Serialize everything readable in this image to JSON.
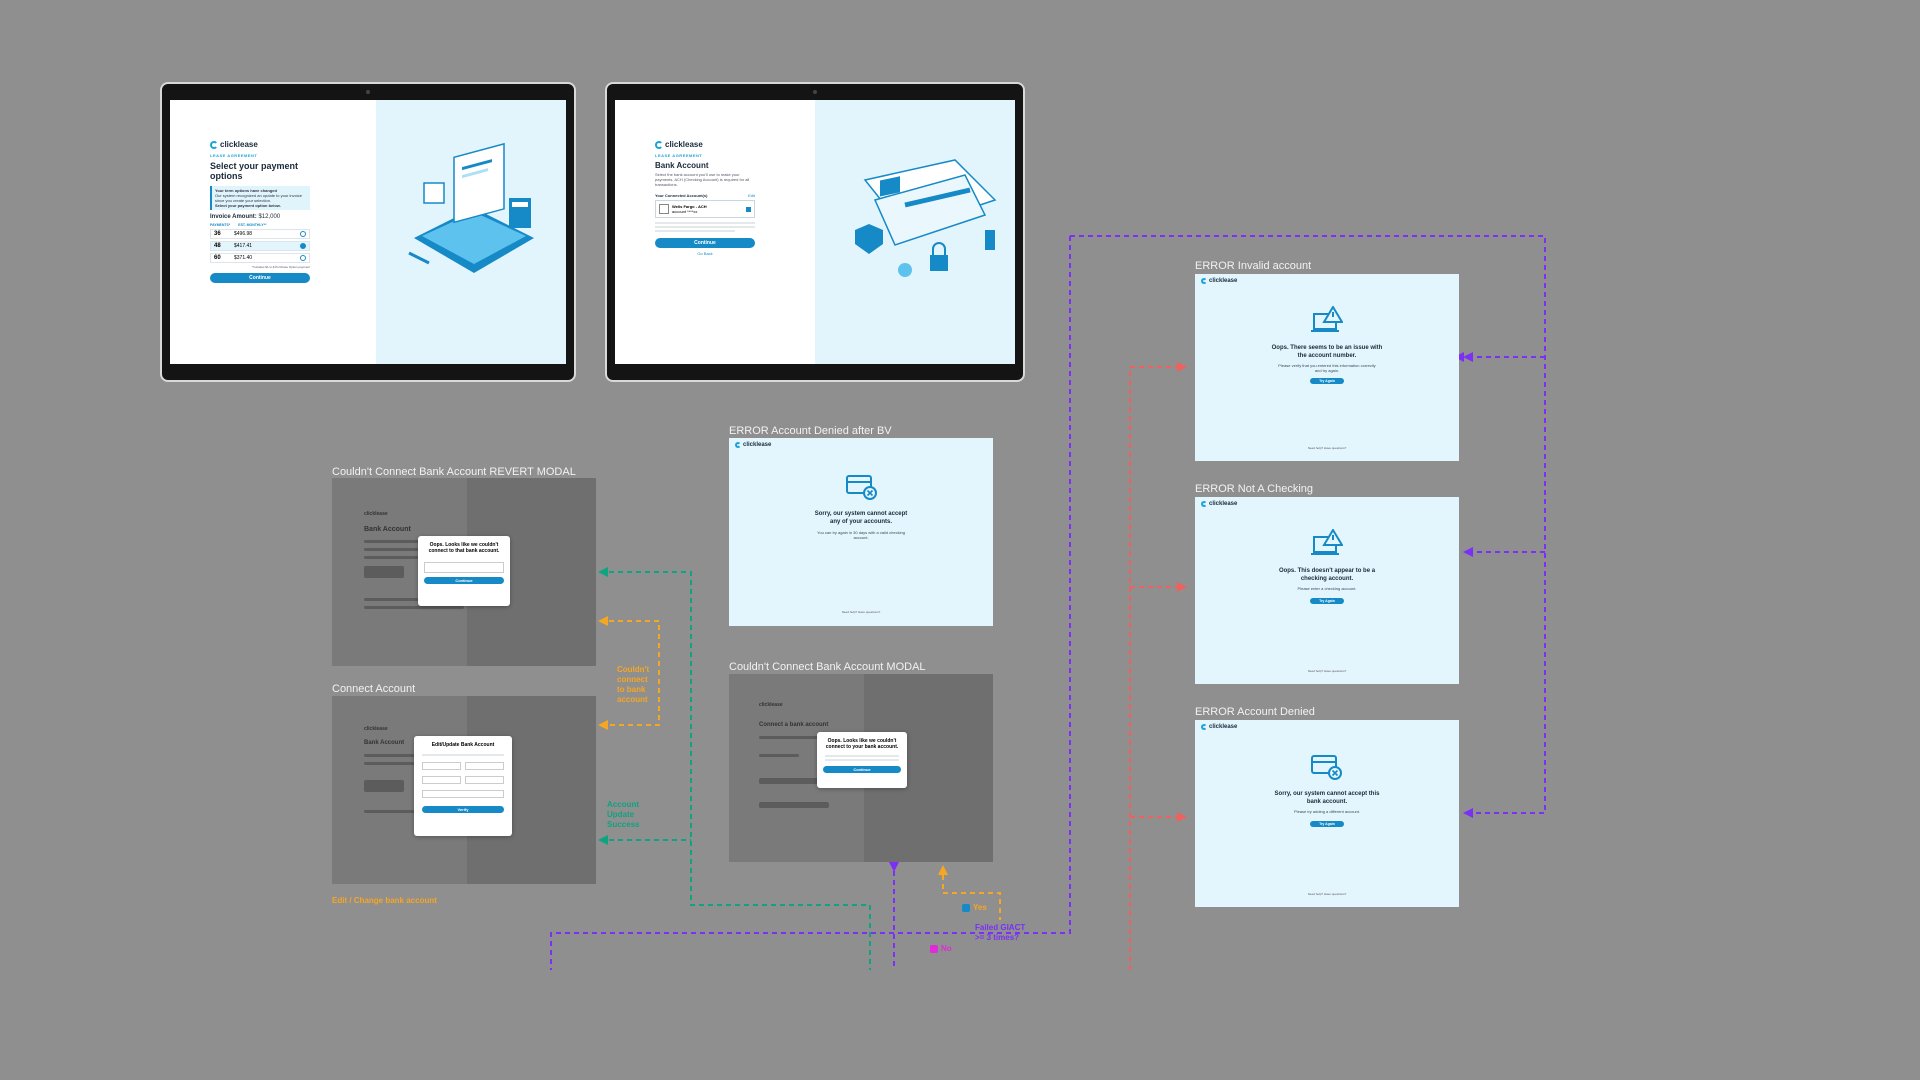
{
  "colors": {
    "canvas": "#8f8f8f",
    "purple": "#7b2ff7",
    "green": "#0fa37f",
    "orange": "#f5a623",
    "red": "#f0605d",
    "blue": "#1689c7",
    "pink": "#e02bd8"
  },
  "frames": {
    "revert_modal": "Couldn't Connect Bank Account REVERT MODAL",
    "connect_account": "Connect Account",
    "denied_after_bv": "ERROR Account Denied after BV",
    "connect_modal": "Couldn't Connect Bank Account MODAL",
    "invalid_account": "ERROR Invalid account",
    "not_checking": "ERROR Not A Checking",
    "account_denied": "ERROR Account Denied"
  },
  "brand": {
    "logo": "clicklease",
    "tag": "LEASE AGREEMENT"
  },
  "payment": {
    "title": "Select your payment options",
    "notice_title": "Your term options have changed",
    "notice_body": "Our system recognized an update to your invoice since you create your selection.",
    "notice_cta": "Select your payment option below.",
    "invoice_label": "Invoice Amount:",
    "invoice_value": "$12,000",
    "col_payments": "PAYMENTS*",
    "col_monthly": "EST. MONTHLY**",
    "rows": [
      {
        "term": "36",
        "amount": "$496.98"
      },
      {
        "term": "48",
        "amount": "$417.41"
      },
      {
        "term": "60",
        "amount": "$371.40"
      }
    ],
    "footnote": "*Includes $1 to $ Purchase Option payment",
    "continue": "Continue"
  },
  "bank": {
    "title": "Bank Account",
    "intro": "Select the bank account you'll use to make your payments. ACH (Checking Account) is required for all transactions.",
    "connected_label": "Your Connected Account(s)",
    "edit": "Edit",
    "account_name": "Wells Fargo - ACH",
    "account_mask": "account ****xx",
    "continue": "Continue",
    "go_back": "Go Back"
  },
  "modals": {
    "revert_title": "Oops. Looks like we couldn't connect to that bank account.",
    "revert_continue": "Continue",
    "edit_title": "Edit/Update Bank Account",
    "verify": "Verify",
    "connect_title": "Oops. Looks like we couldn't connect to your bank account.",
    "connect_continue": "Continue",
    "connect_heading": "Connect a bank account"
  },
  "errors": {
    "denied_bv_title": "Sorry, our system cannot accept any of your accounts.",
    "denied_bv_sub": "You can try again in 30 days with a valid checking account.",
    "invalid_title": "Oops. There seems to be an issue with the account number.",
    "invalid_sub": "Please verify that you entered this information correctly and try again.",
    "not_checking_title": "Oops. This doesn't appear to be a checking account.",
    "not_checking_sub": "Please enter a checking account.",
    "denied_title": "Sorry, our system cannot accept this bank account.",
    "denied_sub": "Please try adding a different account.",
    "try_again": "Try Again",
    "footer": "Need help? Have questions?"
  },
  "notes": {
    "couldnt_connect": "Couldn't connect to bank account",
    "update_success": "Account Update Success",
    "edit_change": "Edit / Change bank account",
    "yes": "Yes",
    "no": "No",
    "failed_giact": "Failed GIACT >= 3 times?"
  }
}
